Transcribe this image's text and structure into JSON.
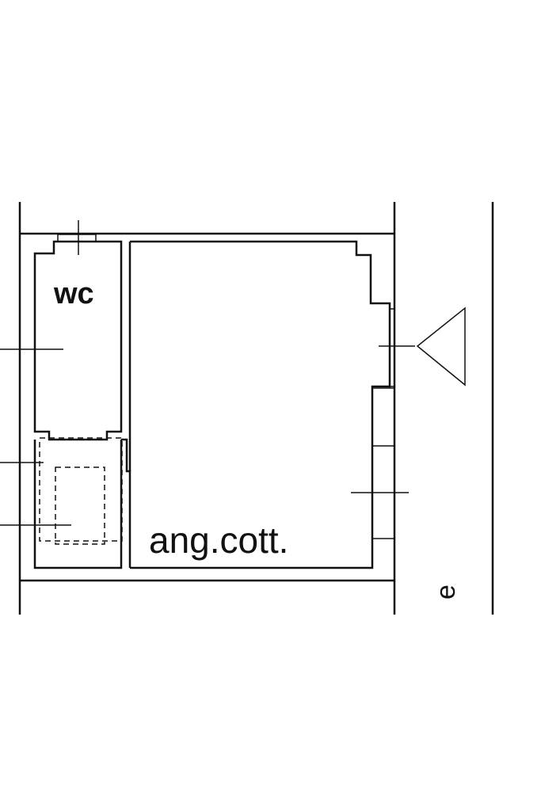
{
  "floor_plan": {
    "labels": {
      "wc": "wc",
      "kitchenette": "ang.cott.",
      "cut_off_letter": "e"
    },
    "colors": {
      "line": "#111111",
      "background": "#ffffff"
    }
  }
}
